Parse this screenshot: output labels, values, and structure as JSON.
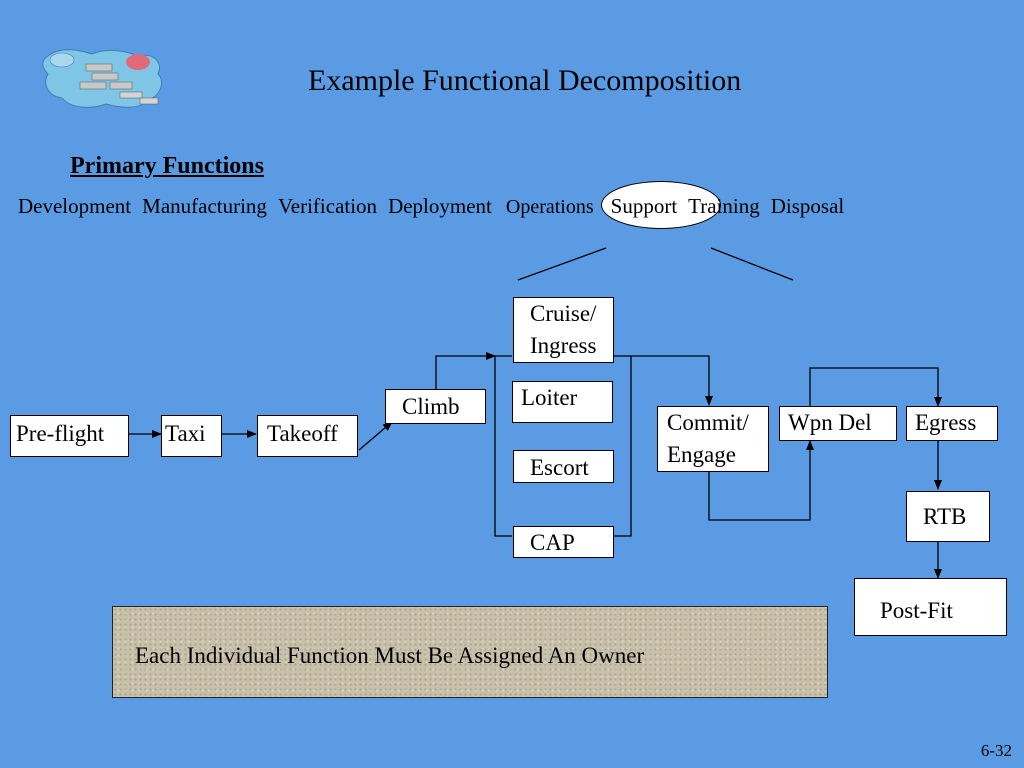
{
  "title": "Example Functional Decomposition",
  "section_heading": "Primary Functions",
  "primary_functions": [
    {
      "label": "Development"
    },
    {
      "label": "Manufacturing"
    },
    {
      "label": "Verification"
    },
    {
      "label": "Deployment"
    },
    {
      "label": "Operations",
      "highlighted": true
    },
    {
      "label": "Support"
    },
    {
      "label": "Training"
    },
    {
      "label": "Disposal"
    }
  ],
  "flow": {
    "preflight": "Pre-flight",
    "taxi": "Taxi",
    "takeoff": "Takeoff",
    "climb": "Climb",
    "cruise_line1": "Cruise/",
    "cruise_line2": "Ingress",
    "loiter": "Loiter",
    "escort": "Escort",
    "cap": "CAP",
    "commit_line1": "Commit/",
    "commit_line2": "Engage",
    "wpn_del": "Wpn Del",
    "egress": "Egress",
    "rtb": "RTB",
    "post_fit": "Post-Fit"
  },
  "note": "Each Individual Function Must Be Assigned An Owner",
  "page_number": "6-32",
  "colors": {
    "background": "#5b9be4",
    "box_fill": "#ffffff",
    "note_fill": "#c9c0aa"
  }
}
